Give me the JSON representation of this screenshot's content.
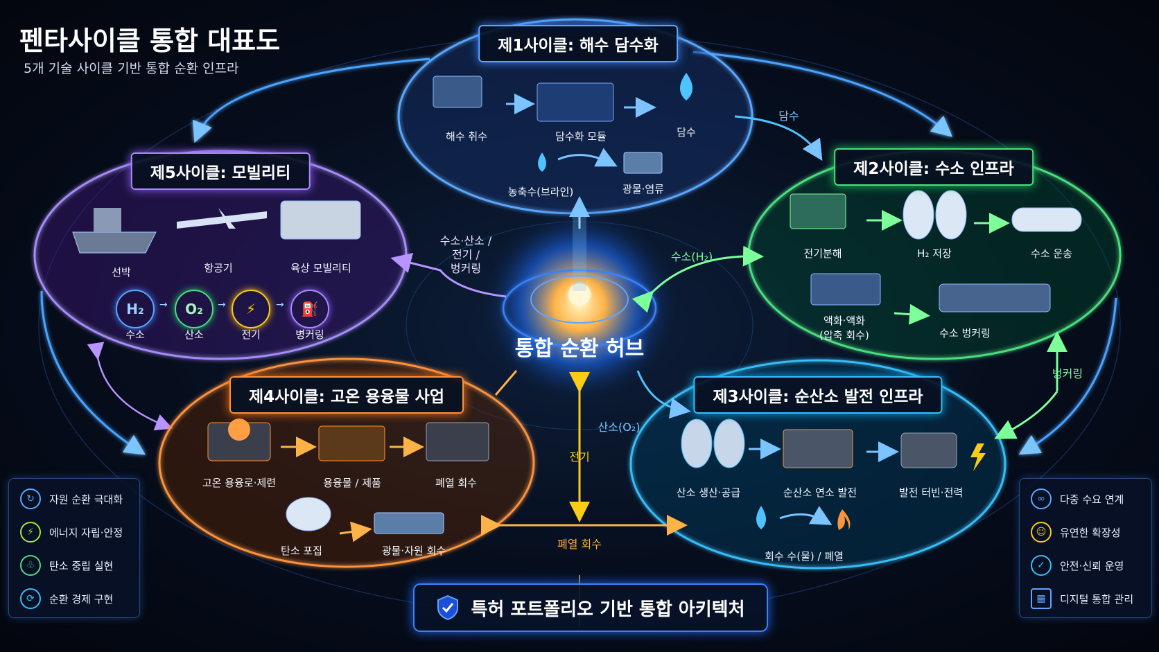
{
  "title": "펜타사이클 통합 대표도",
  "subtitle": "5개 기술 사이클 기반 통합 순환 인프라",
  "hub": {
    "label": "통합 순환 허브"
  },
  "cycles": {
    "c1": {
      "title": "제1사이클: 해수 담수화",
      "items": [
        "해수 취수",
        "담수화 모듈",
        "담수",
        "농축수(브라인)",
        "광물·염류"
      ]
    },
    "c2": {
      "title": "제2사이클: 수소 인프라",
      "items": [
        "전기분해",
        "H₂ 저장",
        "수소 운송",
        "액화·액화\n(압축 회수)",
        "수소 벙커링"
      ]
    },
    "c3": {
      "title": "제3사이클: 순산소 발전 인프라",
      "items": [
        "산소 생산·공급",
        "순산소 연소 발전",
        "발전 터빈·전력",
        "회수 수(물) / 폐열"
      ]
    },
    "c4": {
      "title": "제4사이클: 고온 용융물 사업",
      "items": [
        "고온 용융로·제련",
        "용융물 / 제품",
        "폐열 회수",
        "탄소 포집",
        "광물·자원 회수"
      ]
    },
    "c5": {
      "title": "제5사이클: 모빌리티",
      "items": [
        "선박",
        "항공기",
        "육상 모빌리티"
      ],
      "chips": [
        {
          "symbol": "H₂",
          "label": "수소"
        },
        {
          "symbol": "O₂",
          "label": "산소"
        },
        {
          "symbol": "⚡",
          "label": "전기"
        },
        {
          "symbol": "⛽",
          "label": "병커링"
        }
      ]
    }
  },
  "flows": {
    "fresh_water": "담수",
    "hydrogen": "수소(H₂)",
    "mobility_supply": "수소·산소 /\n전기 /\n벙커링",
    "oxygen": "산소(O₂)",
    "electricity": "전기",
    "waste_heat": "폐열 회수",
    "bunkering": "벙커링"
  },
  "left_panel": [
    "자원 순환 극대화",
    "에너지 자립·안정",
    "탄소 중립 실현",
    "순환 경제 구현"
  ],
  "right_panel": [
    "다중 수요 연계",
    "유연한 확장성",
    "안전·신뢰 운영",
    "디지털 통합 관리"
  ],
  "footer": "특허 포트폴리오 기반 통합 아키텍처",
  "colors": {
    "c1": "#5aa7ff",
    "c2": "#4ade80",
    "c3": "#38bdf8",
    "c4": "#fb923c",
    "c5": "#a78bfa",
    "electric": "#facc15",
    "hub": "#ff9f43"
  }
}
